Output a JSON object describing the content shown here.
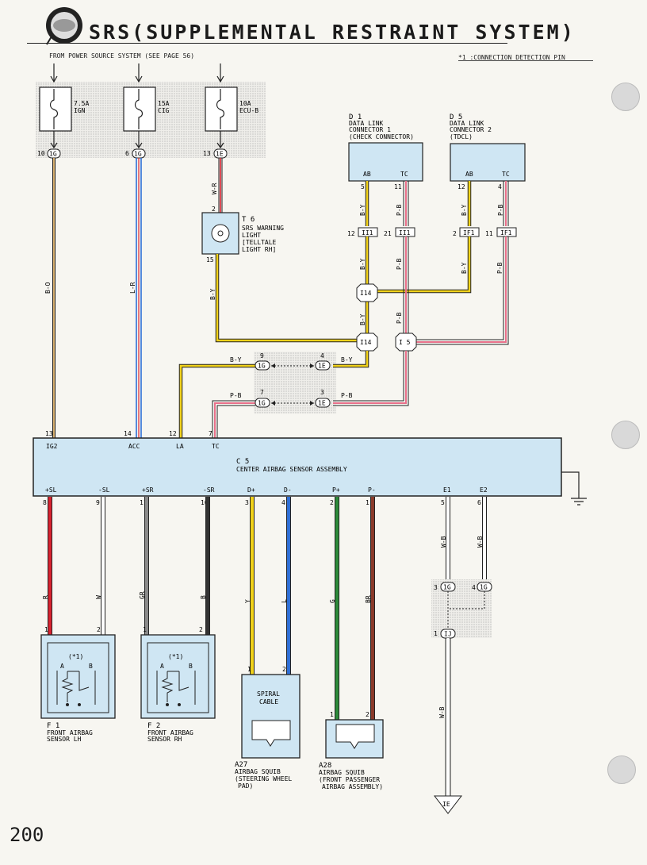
{
  "header": {
    "title": "SRS(SUPPLEMENTAL RESTRAINT SYSTEM)",
    "power_note": "FROM POWER SOURCE SYSTEM (SEE PAGE 56)",
    "footnote": "*1 :CONNECTION DETECTION PIN"
  },
  "page_number": "200",
  "fuses": [
    {
      "amp": "7.5A",
      "name": "IGN",
      "pin": "10",
      "conn": "1G",
      "wire": "B-O"
    },
    {
      "amp": "15A",
      "name": "CIG",
      "pin": "6",
      "conn": "1G",
      "wire": "L-R"
    },
    {
      "amp": "10A",
      "name": "ECU-B",
      "pin": "13",
      "conn": "1E",
      "wire": "W-R"
    }
  ],
  "t6": {
    "id": "T 6",
    "label1": "SRS WARNING",
    "label2": "LIGHT",
    "label3": "[TELLTALE",
    "label4": "LIGHT RH]",
    "pin_top": "2",
    "pin_bot": "15",
    "wire": "B-Y"
  },
  "d1": {
    "id": "D 1",
    "label1": "DATA LINK",
    "label2": "CONNECTOR 1",
    "label3": "(CHECK CONNECTOR)",
    "pin_ab": "AB",
    "pin_tc": "TC",
    "n_ab": "5",
    "n_tc": "11",
    "wire_ab": "B-Y",
    "wire_tc": "P-B"
  },
  "d5": {
    "id": "D 5",
    "label1": "DATA LINK",
    "label2": "CONNECTOR 2",
    "label3": "(TDCL)",
    "pin_ab": "AB",
    "pin_tc": "TC",
    "n_ab": "12",
    "n_tc": "4",
    "wire_ab": "B-Y",
    "wire_tc": "P-B"
  },
  "junctions": {
    "ii1_a": {
      "pin": "12",
      "conn": "II1"
    },
    "ii1_b": {
      "pin": "21",
      "conn": "II1"
    },
    "if1_a": {
      "pin": "2",
      "conn": "IF1"
    },
    "if1_b": {
      "pin": "11",
      "conn": "IF1"
    },
    "i14_a": "I14",
    "i14_b": "I14",
    "i5": "I 5",
    "j1g_9": {
      "pin": "9",
      "conn": "1G"
    },
    "j1e_4": {
      "pin": "4",
      "conn": "1E"
    },
    "j1g_7": {
      "pin": "7",
      "conn": "1G"
    },
    "j1e_3": {
      "pin": "3",
      "conn": "1E"
    },
    "by": "B-Y",
    "pb": "P-B"
  },
  "c5": {
    "id": "C 5",
    "label": "CENTER AIRBAG SENSOR ASSEMBLY",
    "top_pins": [
      {
        "name": "IG2",
        "num": "13"
      },
      {
        "name": "ACC",
        "num": "14"
      },
      {
        "name": "LA",
        "num": "12"
      },
      {
        "name": "TC",
        "num": "7"
      }
    ],
    "bottom_pins": [
      {
        "name": "+SL",
        "num": "8",
        "wire": "R"
      },
      {
        "name": "-SL",
        "num": "9",
        "wire": "W"
      },
      {
        "name": "+SR",
        "num": "11",
        "wire": "GR"
      },
      {
        "name": "-SR",
        "num": "10",
        "wire": "B"
      },
      {
        "name": "D+",
        "num": "3",
        "wire": "Y"
      },
      {
        "name": "D-",
        "num": "4",
        "wire": "L"
      },
      {
        "name": "P+",
        "num": "2",
        "wire": "G"
      },
      {
        "name": "P-",
        "num": "1",
        "wire": "BR"
      },
      {
        "name": "E1",
        "num": "5",
        "wire": "W-B"
      },
      {
        "name": "E2",
        "num": "6",
        "wire": "W-B"
      }
    ]
  },
  "ground": {
    "j3": {
      "pin": "3",
      "conn": "1G"
    },
    "j4": {
      "pin": "4",
      "conn": "1G"
    },
    "jj": {
      "pin": "1",
      "conn": "IJ"
    },
    "wire": "W-B",
    "point": "IE"
  },
  "f1": {
    "id": "F 1",
    "label1": "FRONT AIRBAG",
    "label2": "SENSOR LH",
    "note": "(*1)",
    "a": "A",
    "b": "B",
    "p1": "1",
    "p2": "2"
  },
  "f2": {
    "id": "F 2",
    "label1": "FRONT AIRBAG",
    "label2": "SENSOR RH",
    "note": "(*1)",
    "a": "A",
    "b": "B",
    "p1": "1",
    "p2": "2"
  },
  "a27": {
    "id": "A27",
    "label1": "AIRBAG SQUIB",
    "label2": "(STEERING WHEEL",
    "label3": "PAD)",
    "inner1": "SPIRAL",
    "inner2": "CABLE",
    "p1": "1",
    "p2": "2"
  },
  "a28": {
    "id": "A28",
    "label1": "AIRBAG SQUIB",
    "label2": "(FRONT PASSENGER",
    "label3": "AIRBAG ASSEMBLY)",
    "p1": "1",
    "p2": "2"
  },
  "colors": {
    "box": "#cfe6f3",
    "red": "#d8222f",
    "blue": "#2f6fd6",
    "yellow": "#f1d21a",
    "green": "#2d8a3a",
    "brown": "#8a3a2a",
    "gray": "#8a8a8a",
    "pink": "#e8708a",
    "orange": "#d8b070"
  }
}
